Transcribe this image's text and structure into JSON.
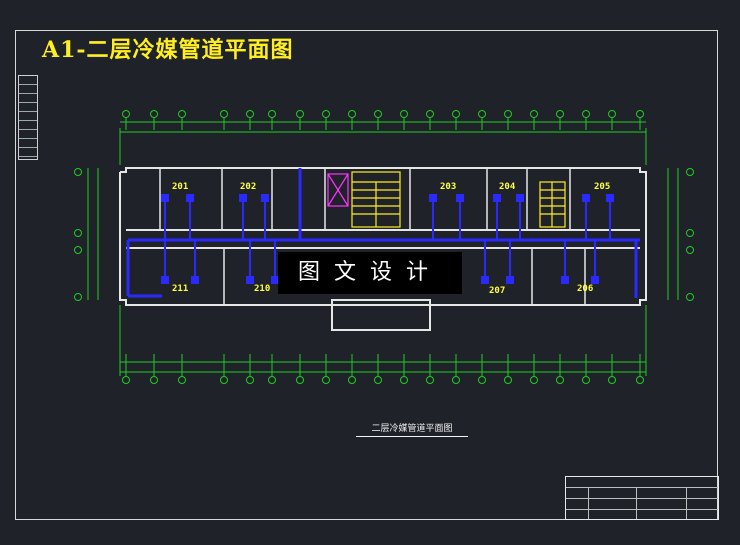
{
  "title": "A1-二层冷媒管道平面图",
  "caption": "二层冷媒管道平面图",
  "watermark": "图文设计",
  "rooms": {
    "north": [
      "201",
      "202",
      "203",
      "204",
      "205"
    ],
    "south": [
      "211",
      "210",
      "207",
      "206"
    ]
  },
  "colors": {
    "background": "#1f2229",
    "wall": "#e6e6e6",
    "dimension": "#22cc22",
    "pipe": "#2a2aff",
    "title": "#ffee22",
    "stair": "#ffee22",
    "elevator": "#ff33ff",
    "room_number": "#ffff44"
  }
}
